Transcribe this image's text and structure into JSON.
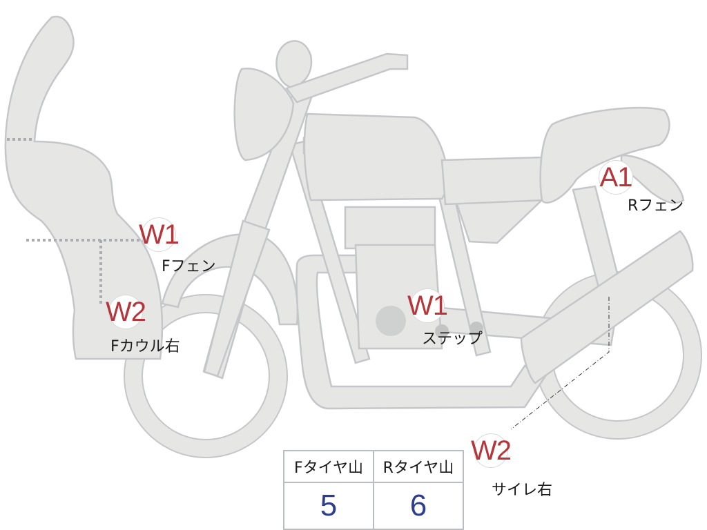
{
  "colors": {
    "body_fill": "#e6e6e4",
    "body_outline": "#c4c6ca",
    "code_text": "#b5353a",
    "tread_value_text": "#2d3f8c",
    "label_text": "#1a1a1a"
  },
  "markers": [
    {
      "id": "cowl-fender",
      "code": "W1",
      "label": "Fフェン"
    },
    {
      "id": "cowl-right",
      "code": "W2",
      "label": "Fカウル右"
    },
    {
      "id": "step",
      "code": "W1",
      "label": "ステップ"
    },
    {
      "id": "rear-fender",
      "code": "A1",
      "label": "Rフェン"
    },
    {
      "id": "muffler-right",
      "code": "W2",
      "label": "サイレ右"
    }
  ],
  "tread_table": {
    "headers": [
      "Fタイヤ山",
      "Rタイヤ山"
    ],
    "values": [
      "5",
      "6"
    ]
  }
}
